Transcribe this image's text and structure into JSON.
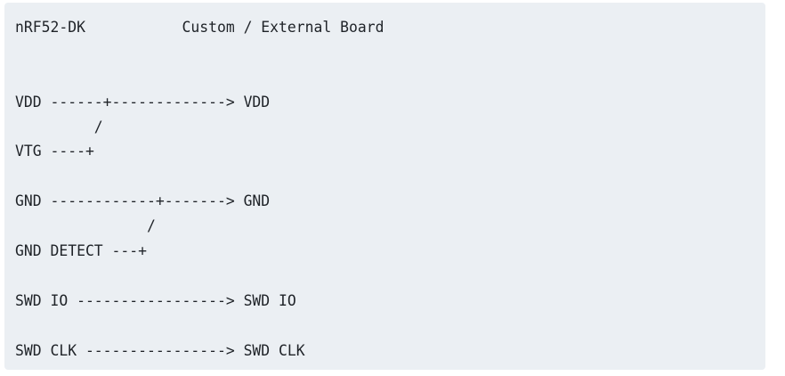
{
  "lines": [
    "nRF52-DK           Custom / External Board",
    "",
    "",
    "VDD ------+-------------> VDD",
    "         /",
    "VTG ----+",
    "",
    "GND ------------+-------> GND",
    "               /",
    "GND DETECT ---+",
    "",
    "SWD IO -----------------> SWD IO",
    "",
    "SWD CLK ----------------> SWD CLK"
  ]
}
